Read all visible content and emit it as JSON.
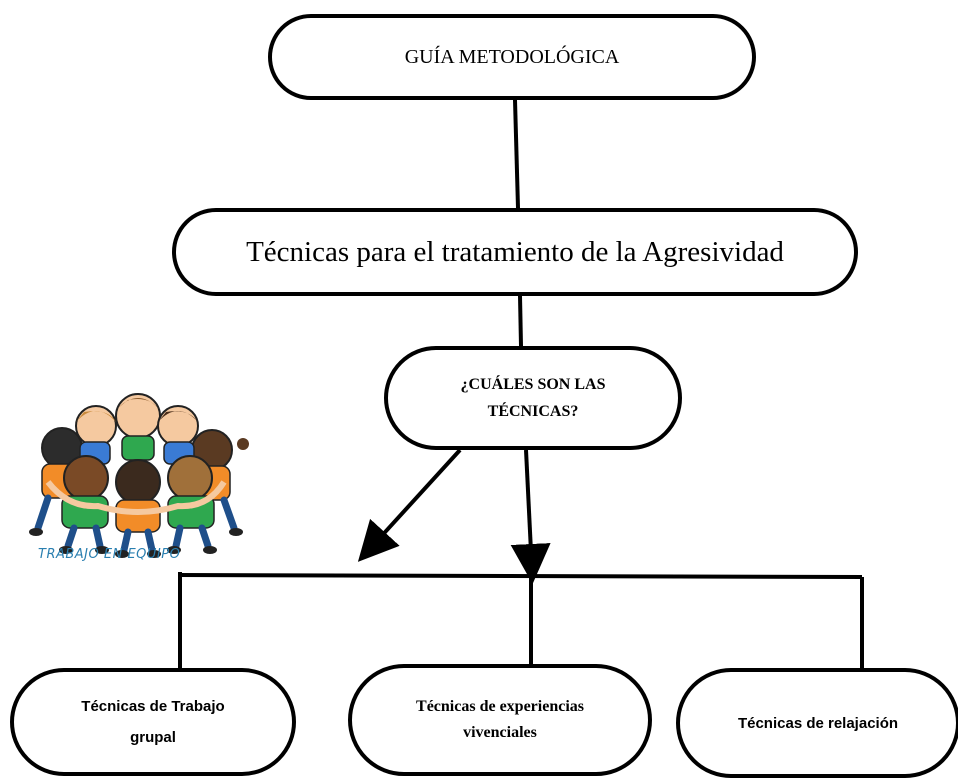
{
  "diagram": {
    "root": {
      "label": "GUÍA METODOLÓGICA"
    },
    "level1": {
      "label": "Técnicas para el tratamiento de la Agresividad"
    },
    "question": {
      "line1": "¿CUÁLES SON LAS",
      "line2": "TÉCNICAS?"
    },
    "branches": [
      {
        "line1": "Técnicas de Trabajo",
        "line2": "grupal"
      },
      {
        "line1": "Técnicas de experiencias",
        "line2": "vivenciales"
      },
      {
        "line1": "Técnicas de relajación"
      }
    ]
  },
  "illustration": {
    "icon": "teamwork-circle-illustration",
    "caption": "TRABAJO EN EQUIPO"
  },
  "colors": {
    "line": "#000000",
    "background": "#ffffff",
    "caption": "#2a7fb0"
  }
}
